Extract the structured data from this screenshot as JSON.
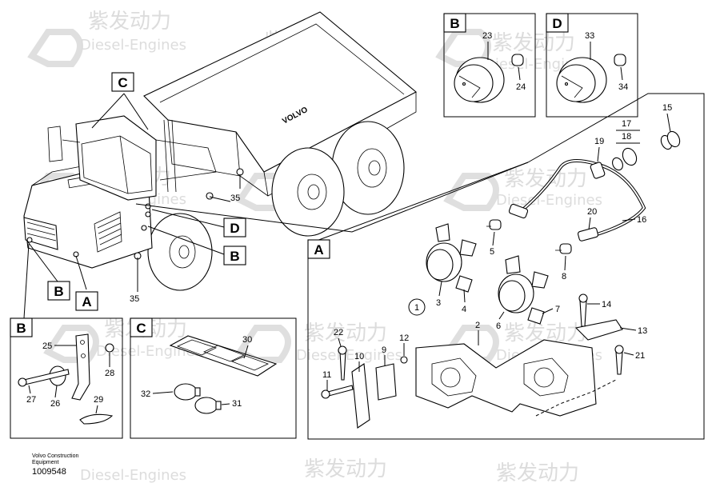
{
  "watermark": {
    "brand_cn": "紫发动力",
    "brand_en": "Diesel-Engines"
  },
  "footer": {
    "caption_line1": "Volvo Construction",
    "caption_line2": "Equipment",
    "doc_number": "1009548"
  },
  "truck": {
    "logo_text": "VOLVO"
  },
  "view_labels": {
    "B": "B",
    "D": "D",
    "C": "C",
    "A": "A"
  },
  "part_numbers": {
    "p1": "1",
    "p2": "2",
    "p3": "3",
    "p4": "4",
    "p5": "5",
    "p6": "6",
    "p7": "7",
    "p8": "8",
    "p9": "9",
    "p10": "10",
    "p11": "11",
    "p12": "12",
    "p13": "13",
    "p14": "14",
    "p15": "15",
    "p16": "16",
    "p17": "17",
    "p18": "18",
    "p19": "19",
    "p20": "20",
    "p21": "21",
    "p22": "22",
    "p23": "23",
    "p24": "24",
    "p25": "25",
    "p26": "26",
    "p27": "27",
    "p28": "28",
    "p29": "29",
    "p30": "30",
    "p31": "31",
    "p32": "32",
    "p33": "33",
    "p34": "34",
    "p35": "35"
  }
}
